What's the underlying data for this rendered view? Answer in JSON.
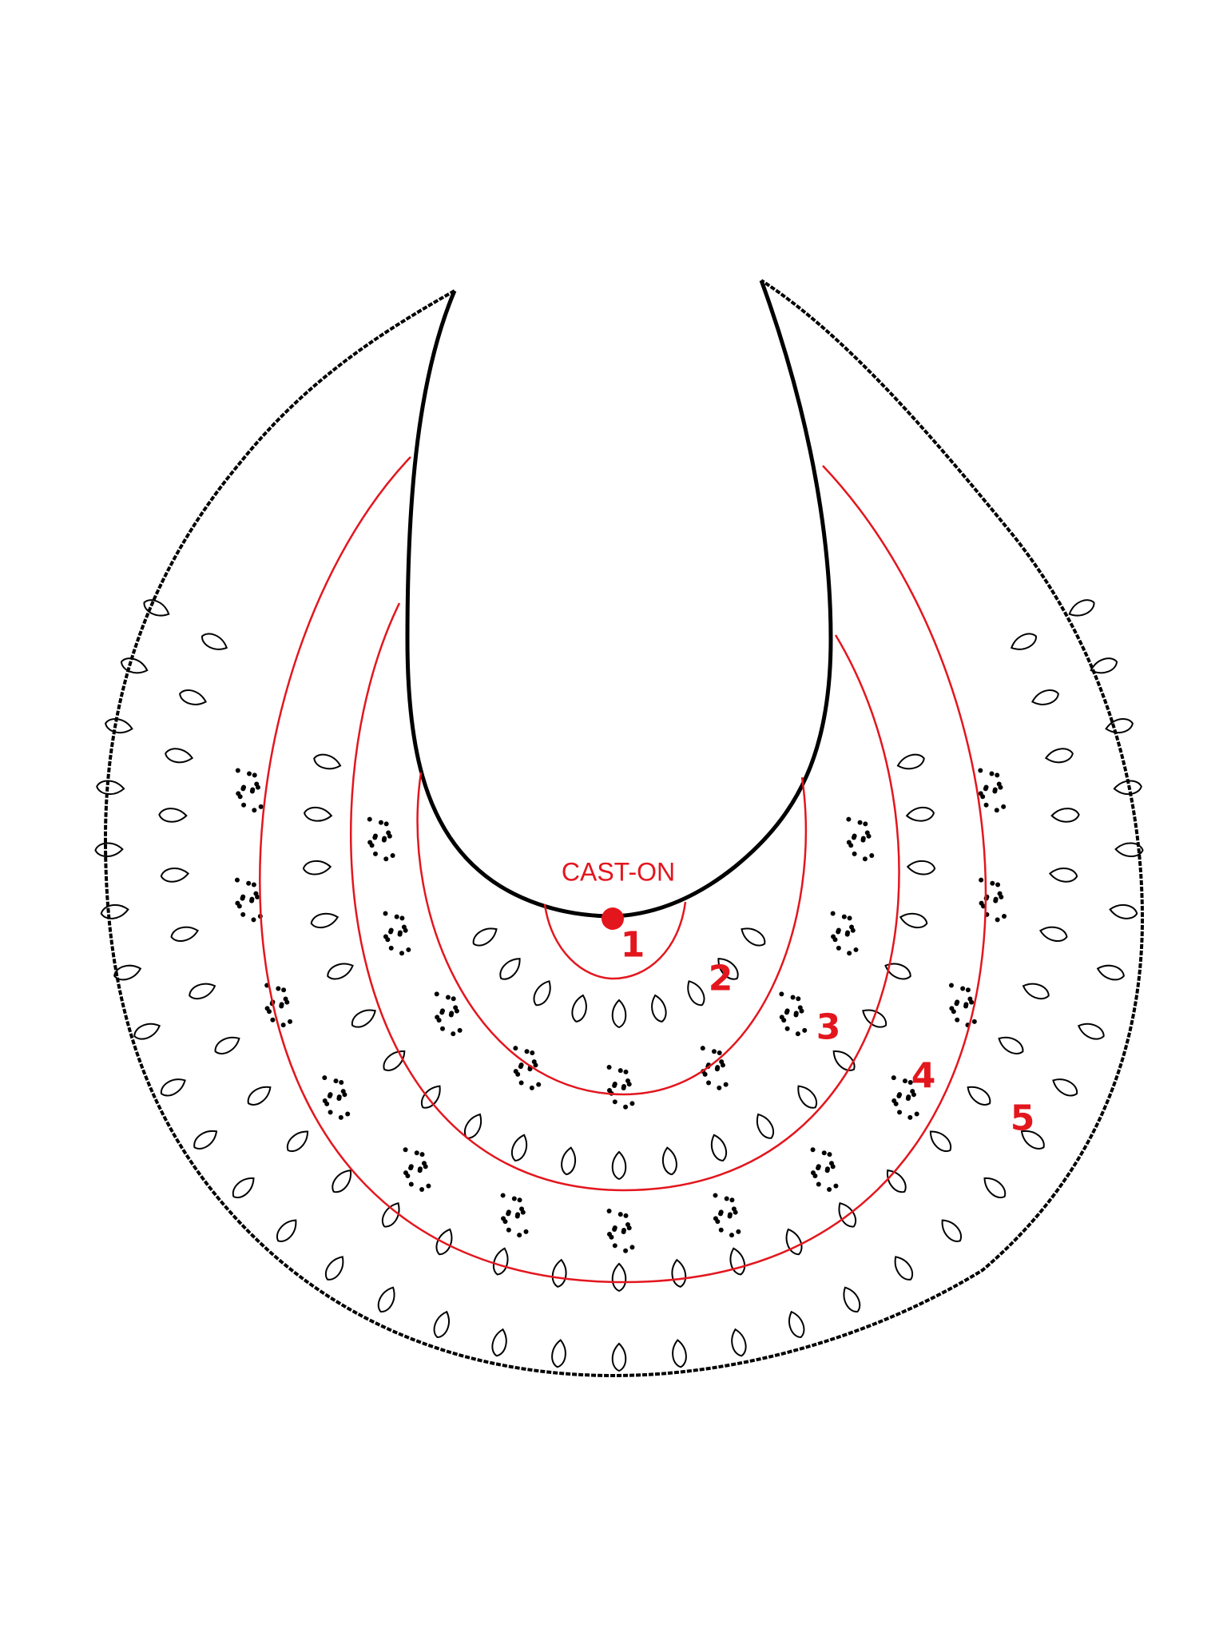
{
  "diagram": {
    "cast_on_label": "CAST-ON",
    "zones": [
      "1",
      "2",
      "3",
      "4",
      "5"
    ],
    "colors": {
      "outline": "#000000",
      "zone_line": "#e3161e",
      "label": "#e3161e"
    }
  }
}
